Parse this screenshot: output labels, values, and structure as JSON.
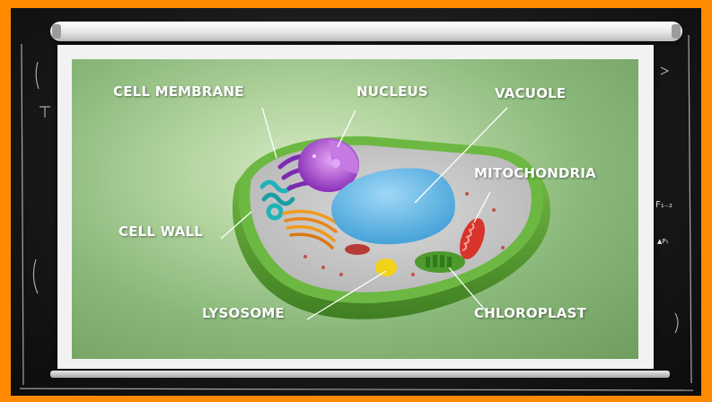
{
  "labels": {
    "cell_membrane": "CELL MEMBRANE",
    "nucleus": "NUCLEUS",
    "vacuole": "VACUOLE",
    "mitochondria": "MITOCHONDRIA",
    "cell_wall": "CELL WALL",
    "lysosome": "LYSOSOME",
    "chloroplast": "CHLOROPLAST"
  },
  "chalk_notes": {
    "formula": "F₁₋₂",
    "small": "▲P₁"
  },
  "colors": {
    "border": "#ff8a00",
    "chalkboard": "#151515",
    "slide_green": "#8ab87a",
    "cell_wall": "#5fa536",
    "nucleus": "#9b3fc4",
    "vacuole": "#5fb6e8",
    "mitochondria": "#d8342c",
    "lysosome": "#f2d21a",
    "golgi": "#f19a1c",
    "er": "#1fb3b8"
  }
}
